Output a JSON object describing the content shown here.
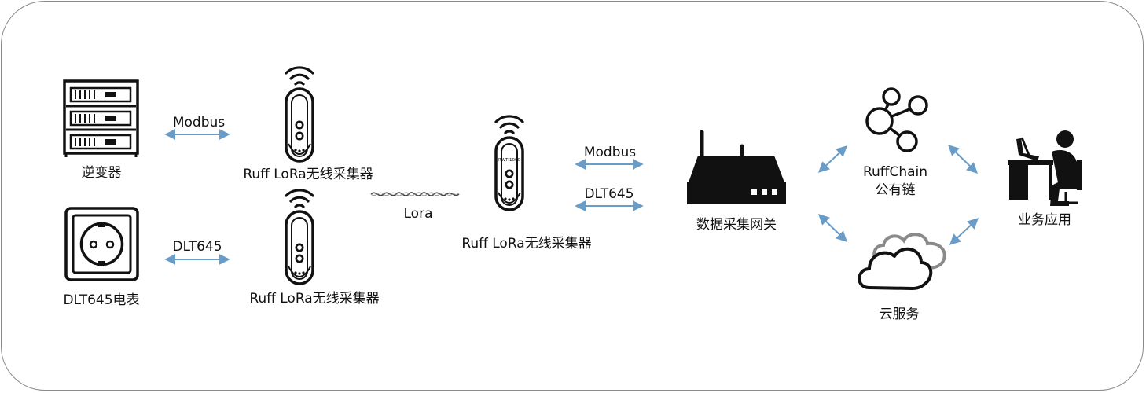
{
  "nodes": {
    "inverter": "逆变器",
    "meter": "DLT645电表",
    "collector_top": "Ruff LoRa无线采集器",
    "collector_bottom": "Ruff LoRa无线采集器",
    "collector_main": "Ruff LoRa无线采集器",
    "gateway": "数据采集网关",
    "ruffchain_line1": "RuffChain",
    "ruffchain_line2": "公有链",
    "cloud": "云服务",
    "business": "业务应用"
  },
  "links": {
    "inverter_modbus": "Modbus",
    "meter_dlt645": "DLT645",
    "lora": "Lora",
    "main_modbus": "Modbus",
    "main_dlt645": "DLT645"
  },
  "device_marking": "RWTI1000",
  "colors": {
    "arrow": "#6a9cc8",
    "device": "#111111",
    "frame": "#8a8a8a",
    "cloud_back": "#8a8a8a"
  }
}
